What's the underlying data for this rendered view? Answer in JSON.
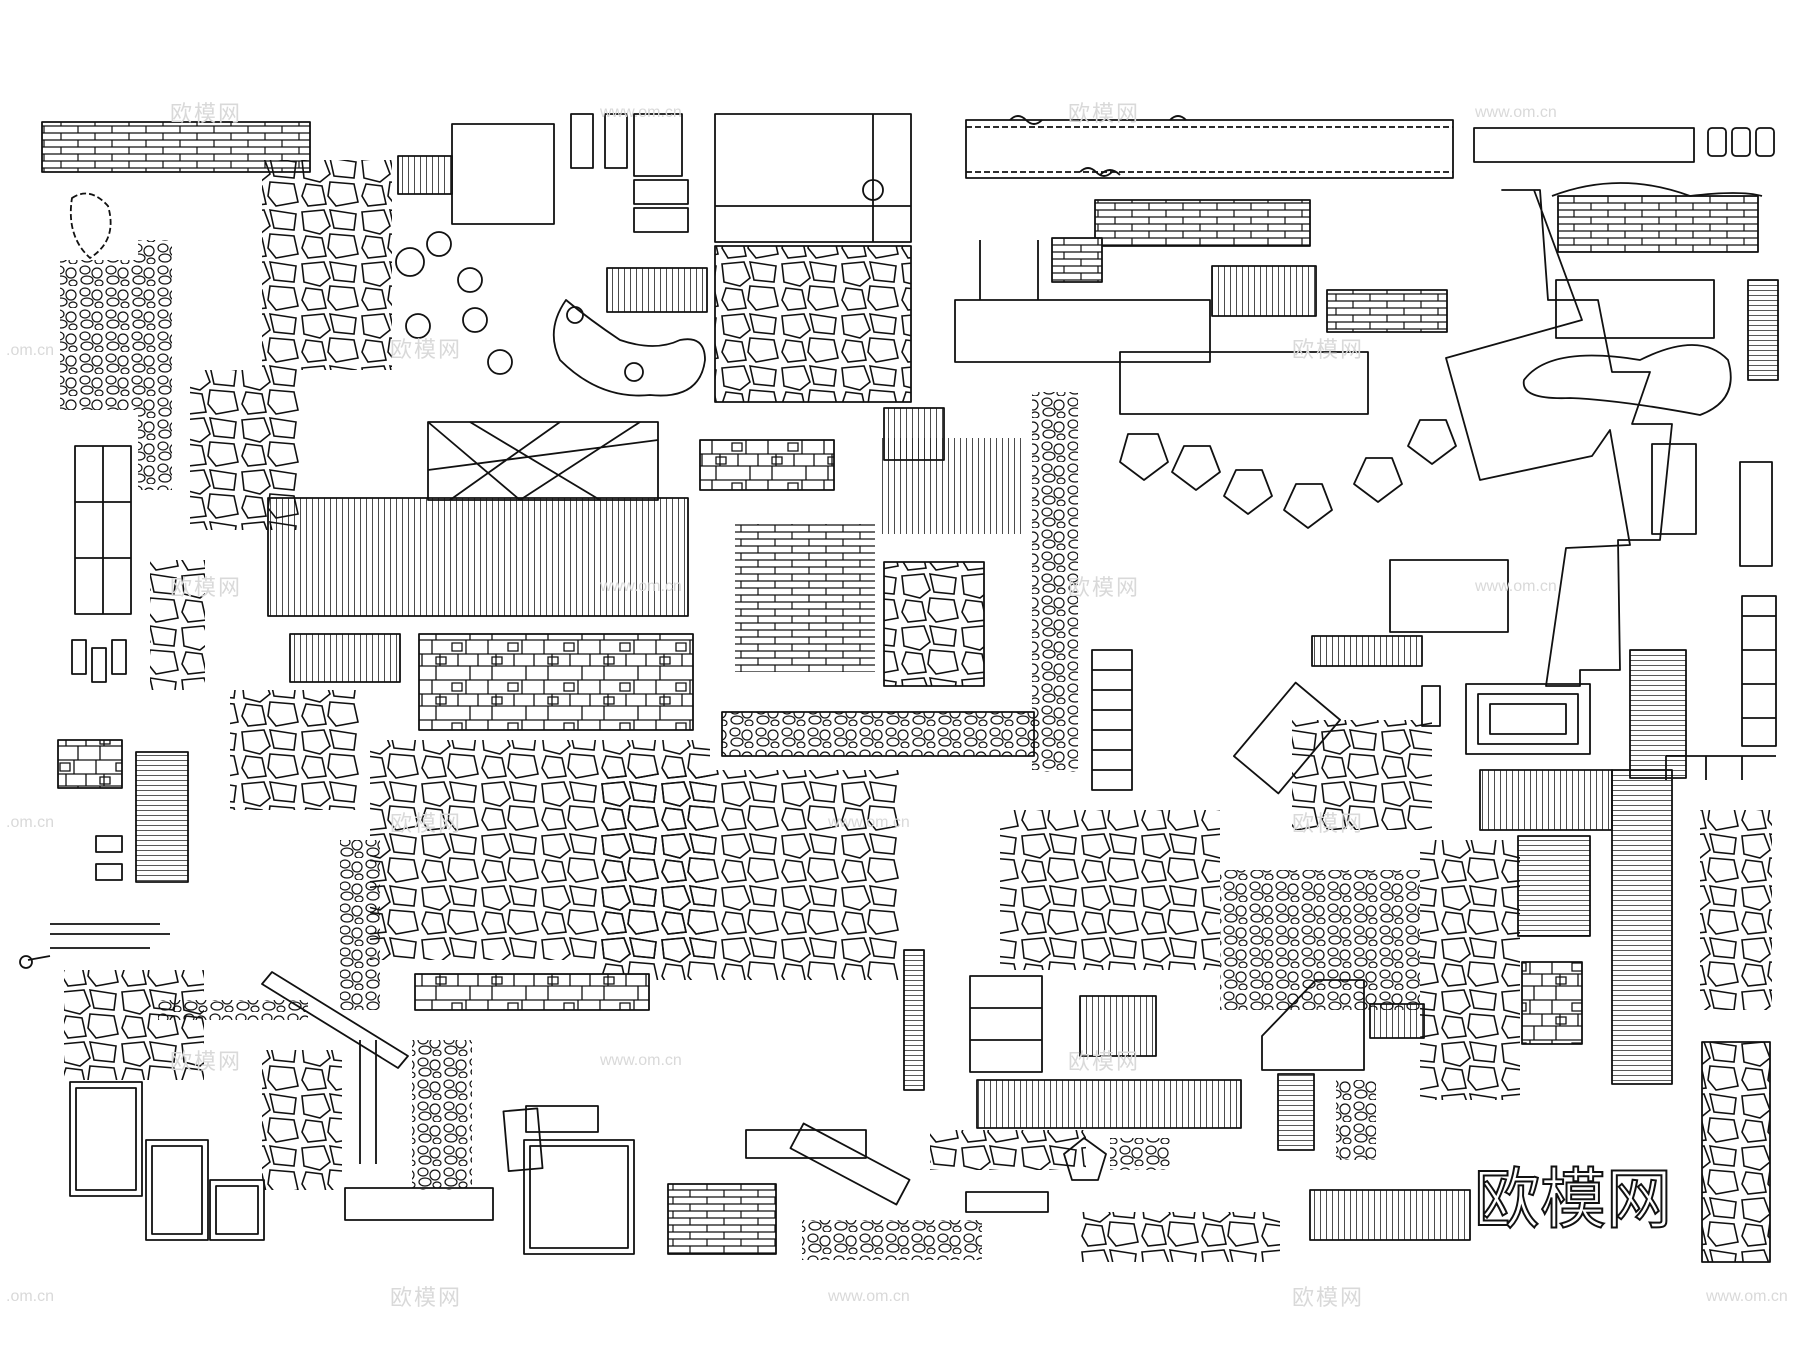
{
  "watermark": {
    "cn": "欧模网",
    "url": "www.om.cn",
    "url_short": ".om.cn",
    "logo": "欧模网"
  }
}
